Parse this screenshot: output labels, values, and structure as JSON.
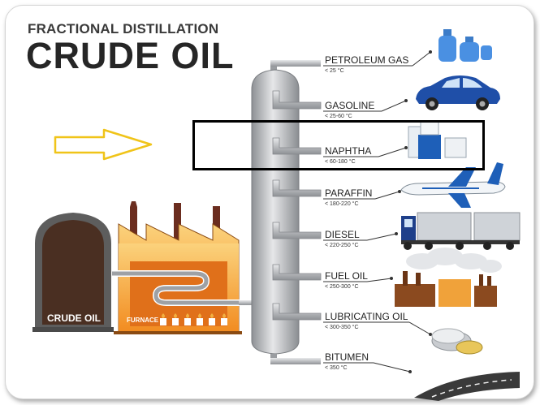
{
  "title": {
    "line1": "FRACTIONAL DISTILLATION",
    "line2": "CRUDE OIL"
  },
  "crude_oil_label": "CRUDE OIL",
  "furnace_label": "FURNACE",
  "fractions": [
    {
      "name": "PETROLEUM GAS",
      "temp": "< 25 °C",
      "icon": "gas-cylinder-icon"
    },
    {
      "name": "GASOLINE",
      "temp": "< 25-60 °C",
      "icon": "car-icon"
    },
    {
      "name": "NAPHTHA",
      "temp": "< 60-180 °C",
      "icon": "chemical-container-icon"
    },
    {
      "name": "PARAFFIN",
      "temp": "< 180-220 °C",
      "icon": "airplane-icon"
    },
    {
      "name": "DIESEL",
      "temp": "< 220-250 °C",
      "icon": "truck-icon"
    },
    {
      "name": "FUEL OIL",
      "temp": "< 250-300 °C",
      "icon": "factory-icon"
    },
    {
      "name": "LUBRICATING OIL",
      "temp": "< 300-350 °C",
      "icon": "grease-tin-icon"
    },
    {
      "name": "BITUMEN",
      "temp": "< 350 °C",
      "icon": "road-icon"
    }
  ],
  "highlighted_fraction": "NAPHTHA",
  "colors": {
    "tower": "#b9bcc0",
    "furnace": "#f6a531",
    "crude_tank": "#4a2f22",
    "arrow_outline": "#f0c419",
    "highlight_box": "#000000"
  }
}
